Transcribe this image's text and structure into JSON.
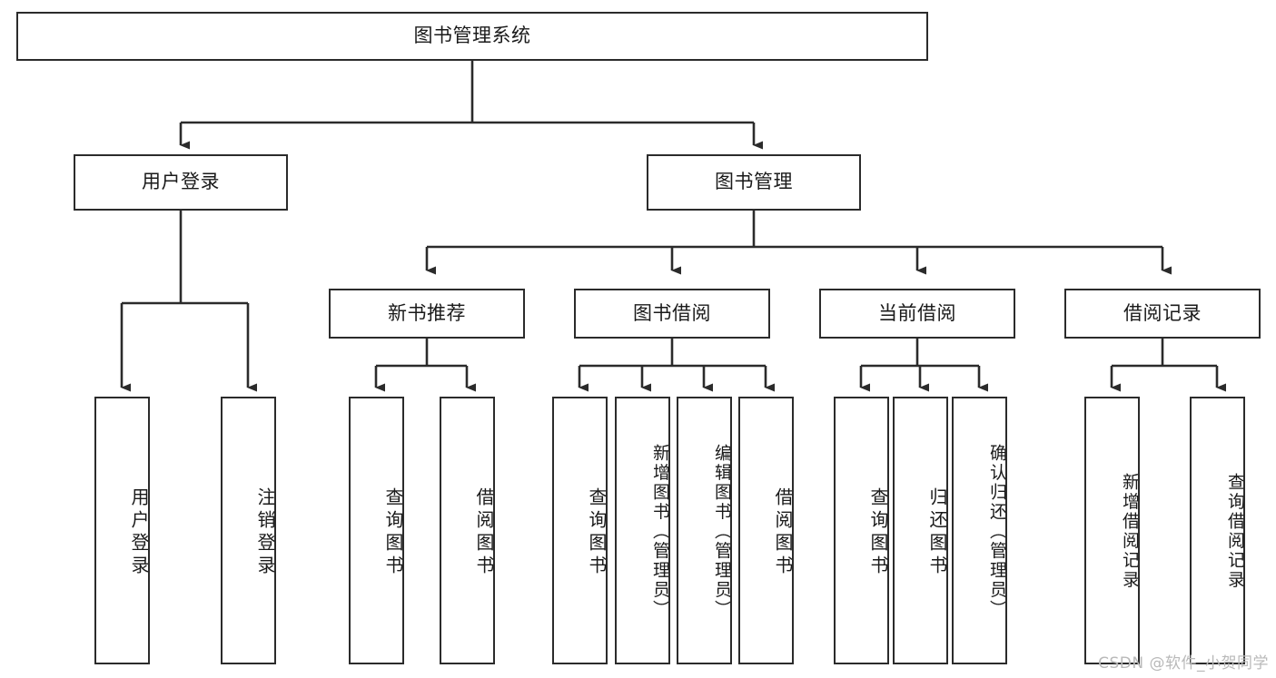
{
  "diagram": {
    "title": "图书管理系统",
    "type": "tree-hierarchy-chart",
    "colors": {
      "box_border": "#2b2b2b",
      "box_fill": "#ffffff",
      "connector": "#2b2b2b",
      "watermark": "#b9b9b9",
      "background": "#ffffff"
    },
    "watermark": "CSDN @软件_小贺同学",
    "root": {
      "label": "图书管理系统"
    },
    "level2": [
      {
        "label": "用户登录"
      },
      {
        "label": "图书管理"
      }
    ],
    "level3": [
      {
        "label": "新书推荐"
      },
      {
        "label": "图书借阅"
      },
      {
        "label": "当前借阅"
      },
      {
        "label": "借阅记录"
      }
    ],
    "leaves": {
      "user_login": [
        {
          "label": "用户登录"
        },
        {
          "label": "注销登录"
        }
      ],
      "new_book_recommend": [
        {
          "label": "查询图书"
        },
        {
          "label": "借阅图书"
        }
      ],
      "book_borrow": [
        {
          "label": "查询图书"
        },
        {
          "label": "新增图书（管理员）"
        },
        {
          "label": "编辑图书（管理员）"
        },
        {
          "label": "借阅图书"
        }
      ],
      "current_borrow": [
        {
          "label": "查询图书"
        },
        {
          "label": "归还图书"
        },
        {
          "label": "确认归还（管理员）"
        }
      ],
      "borrow_record": [
        {
          "label": "新增借阅记录"
        },
        {
          "label": "查询借阅记录"
        }
      ]
    }
  }
}
